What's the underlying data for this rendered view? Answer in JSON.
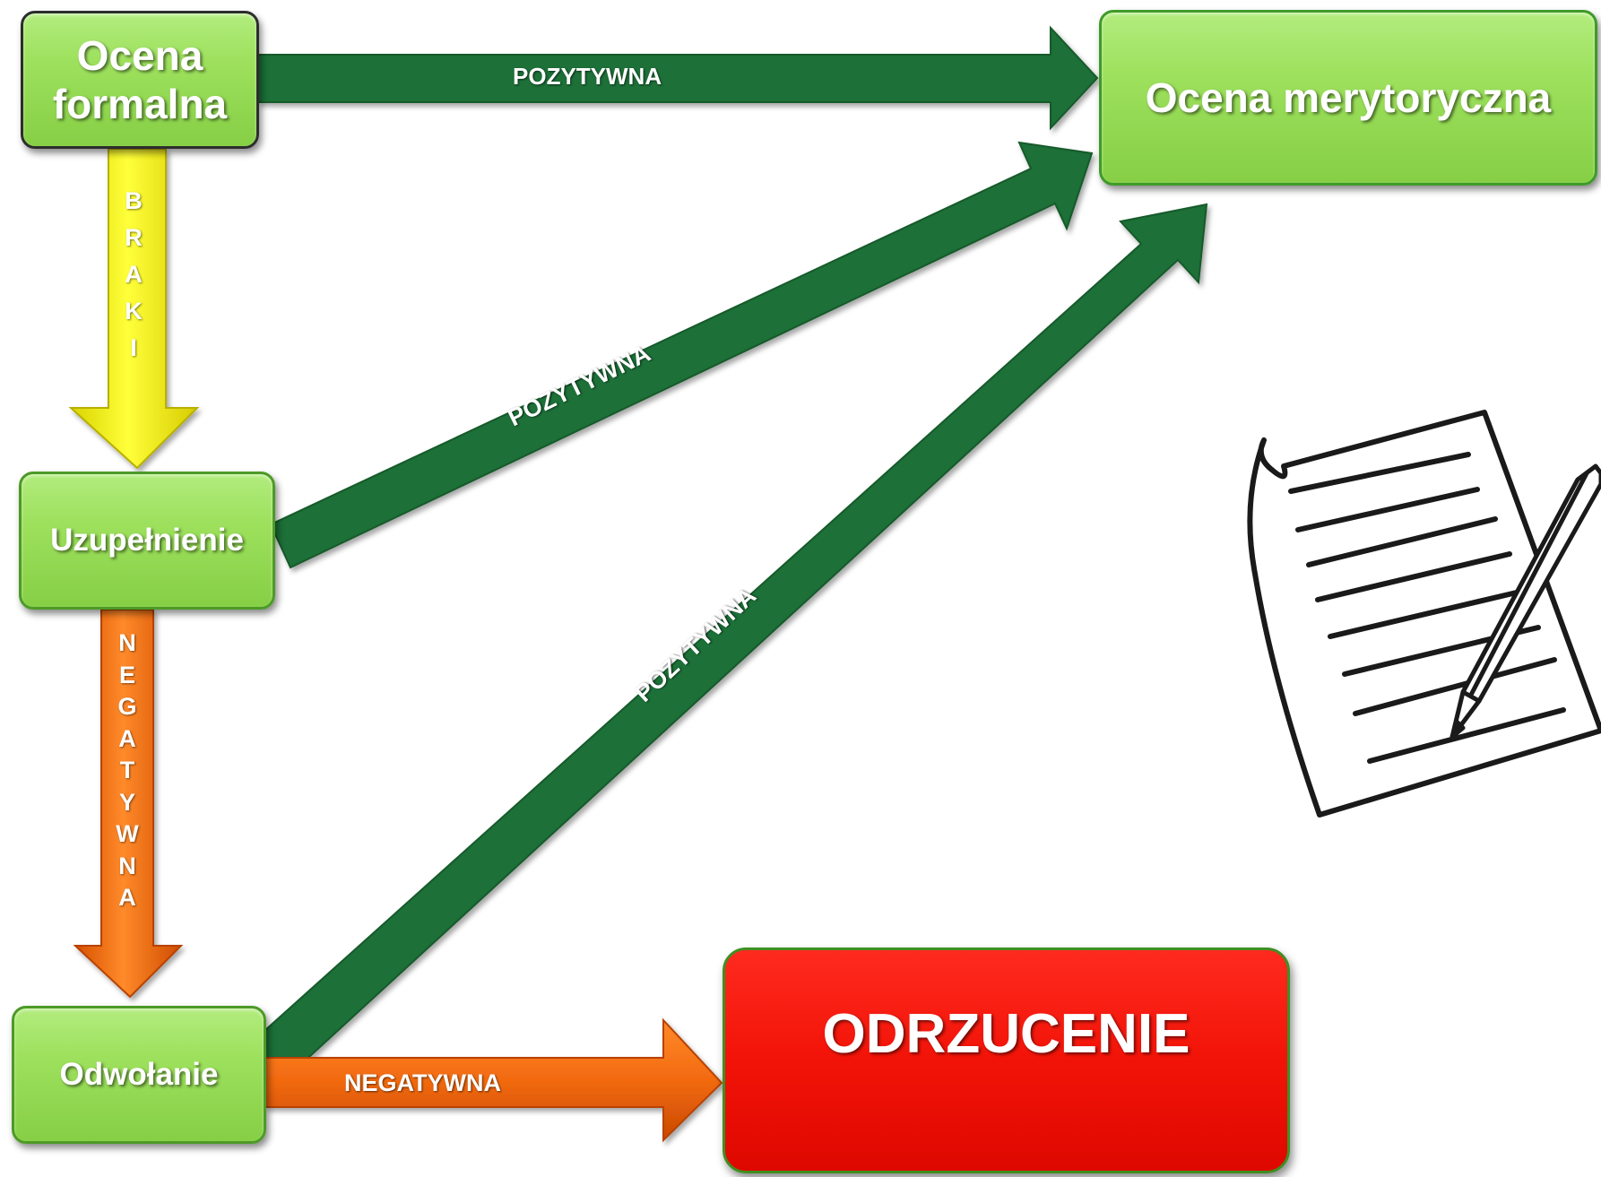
{
  "nodes": {
    "ocena_formalna": {
      "line1": "Ocena",
      "line2": "formalna"
    },
    "ocena_merytoryczna": {
      "label": "Ocena merytoryczna"
    },
    "uzupelnienie": {
      "label": "Uzupełnienie"
    },
    "odwolanie": {
      "label": "Odwołanie"
    },
    "odrzucenie": {
      "label": "ODRZUCENIE"
    }
  },
  "edges": {
    "formalna_to_merytoryczna": {
      "label": "POZYTYWNA"
    },
    "uzupelnienie_to_merytoryczna": {
      "label": "POZYTYWNA"
    },
    "odwolanie_to_merytoryczna": {
      "label": "POZYTYWNA"
    },
    "formalna_to_uzupelnienie": {
      "label": "BRAKI"
    },
    "uzupelnienie_to_odwolanie": {
      "label": "NEGATYWNA"
    },
    "odwolanie_to_odrzucenie": {
      "label": "NEGATYWNA"
    }
  },
  "colors": {
    "positive_arrow": "#1f6f39",
    "braki_arrow": "#f4f000",
    "negative_arrow": "#f26a10",
    "node_green": "#9ee15e",
    "node_red": "#f21308"
  },
  "icons": {
    "document": "document-with-pen-icon"
  }
}
